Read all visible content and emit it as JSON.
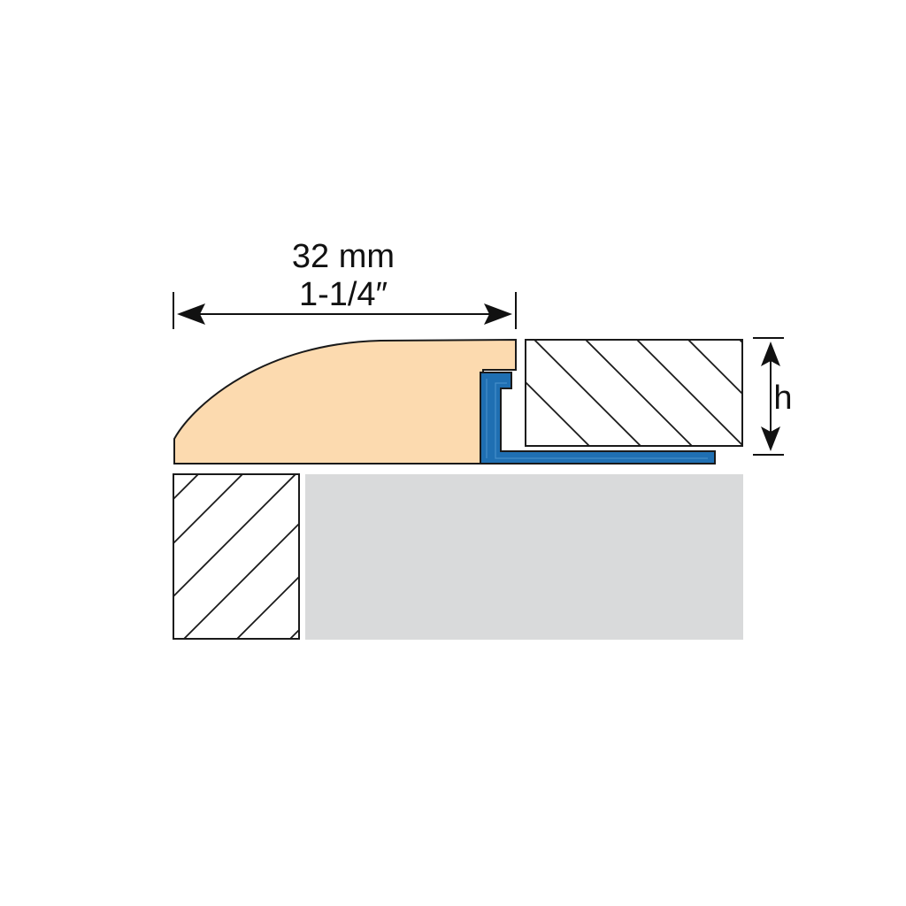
{
  "dimensions": {
    "width_metric": "32 mm",
    "width_imperial": "1-1/4″",
    "height_label": "h"
  },
  "colors": {
    "trim_wood": "#fcdaaf",
    "profile_metal": "#1f6fb2",
    "substrate": "#d9dadb",
    "outline": "#1a1a1a",
    "background": "#ffffff"
  },
  "parts": {
    "trim": "wood-trim-piece",
    "profile": "metal-profile",
    "upper_tile": "upper-hatched-tile",
    "lower_block": "lower-hatched-block",
    "subfloor": "grey-subfloor"
  }
}
